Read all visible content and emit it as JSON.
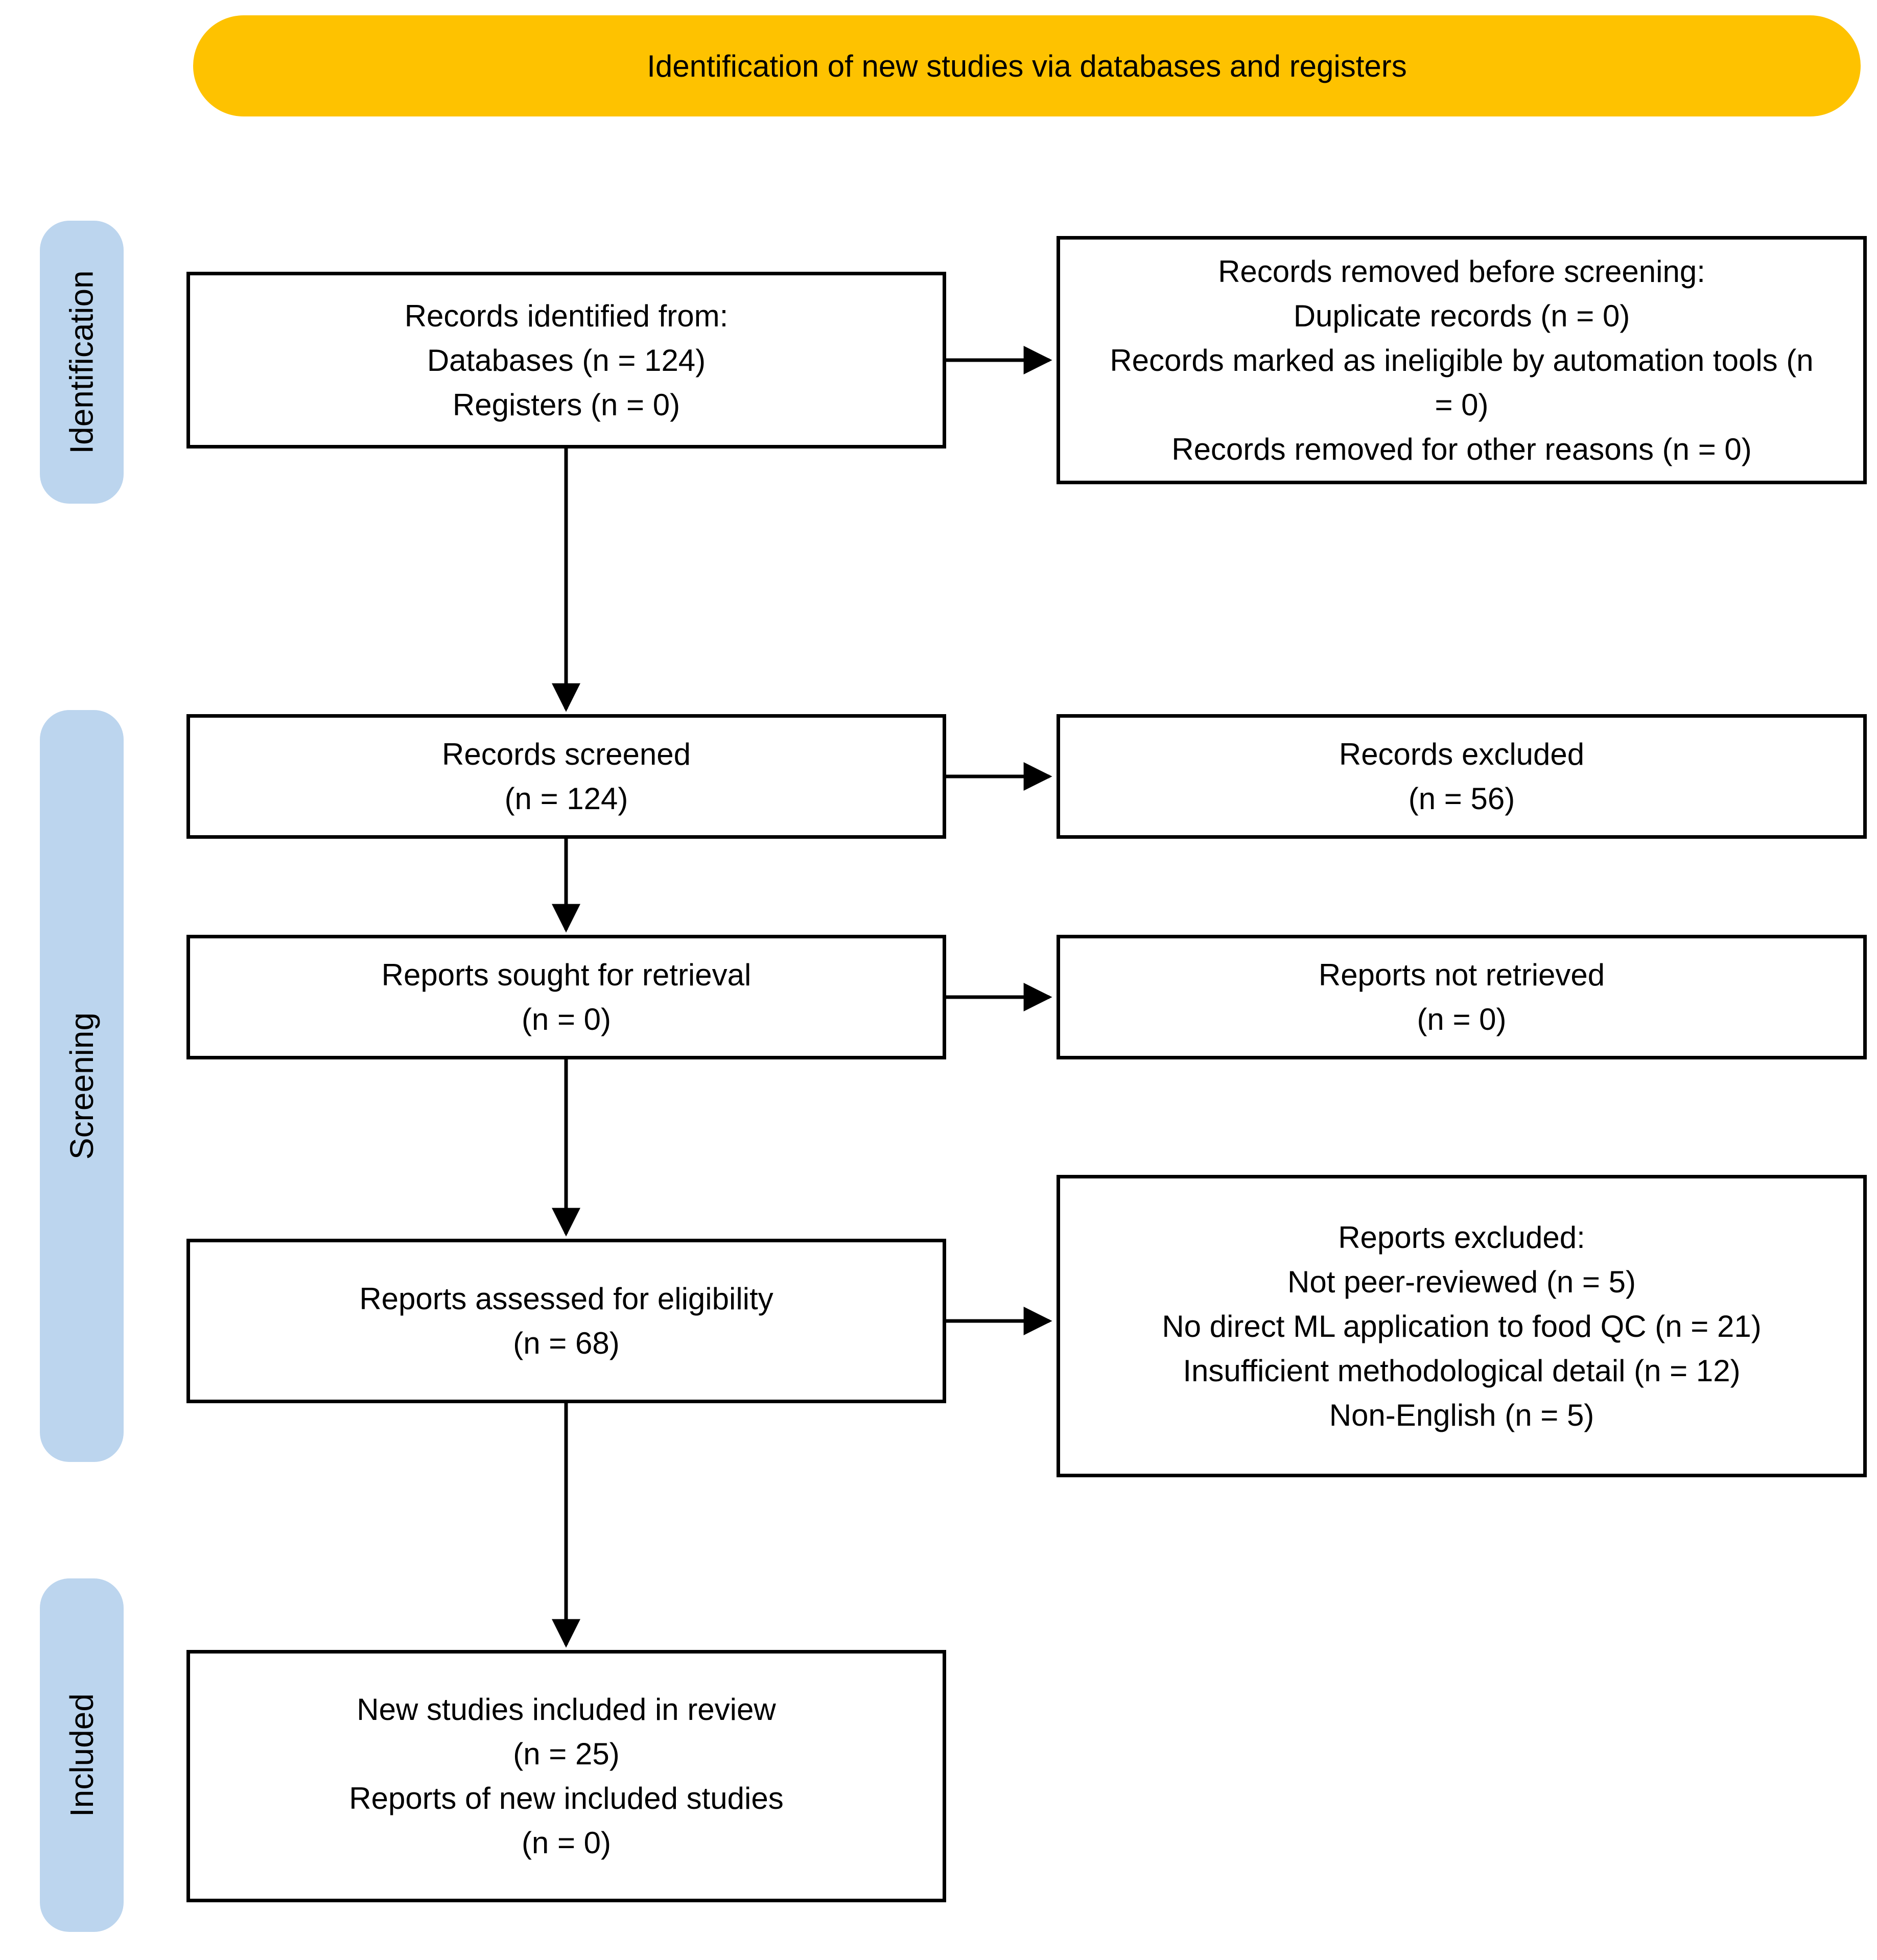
{
  "banner": {
    "title": "Identification of new studies via databases and registers"
  },
  "colors": {
    "banner_bg": "#FEC200",
    "stage_bg": "#BCD5EE",
    "box_border": "#000000",
    "arrow": "#000000",
    "text": "#000000"
  },
  "stages": [
    {
      "label": "Identification"
    },
    {
      "label": "Screening"
    },
    {
      "label": "Included"
    }
  ],
  "boxes": {
    "records_identified": {
      "lines": [
        "Records identified from:",
        "Databases (n = 124)",
        "Registers (n = 0)"
      ]
    },
    "records_removed": {
      "lines": [
        "Records removed before screening:",
        "Duplicate records (n = 0)",
        "Records marked as ineligible by automation tools (n = 0)",
        "Records removed for other reasons (n = 0)"
      ]
    },
    "records_screened": {
      "lines": [
        "Records screened",
        "(n = 124)"
      ]
    },
    "records_excluded": {
      "lines": [
        "Records excluded",
        "(n = 56)"
      ]
    },
    "reports_sought": {
      "lines": [
        "Reports sought for retrieval",
        "(n = 0)"
      ]
    },
    "reports_not_retrieved": {
      "lines": [
        "Reports not retrieved",
        "(n = 0)"
      ]
    },
    "reports_assessed": {
      "lines": [
        "Reports assessed for eligibility",
        "(n = 68)"
      ]
    },
    "reports_excluded": {
      "lines": [
        "Reports excluded:",
        "Not peer-reviewed (n = 5)",
        "No direct ML application to food QC (n = 21)",
        "Insufficient methodological detail (n = 12)",
        "Non-English (n = 5)"
      ]
    },
    "new_studies_included": {
      "lines": [
        "New studies included in review",
        "(n = 25)",
        "Reports of new included studies",
        "(n = 0)"
      ]
    }
  }
}
